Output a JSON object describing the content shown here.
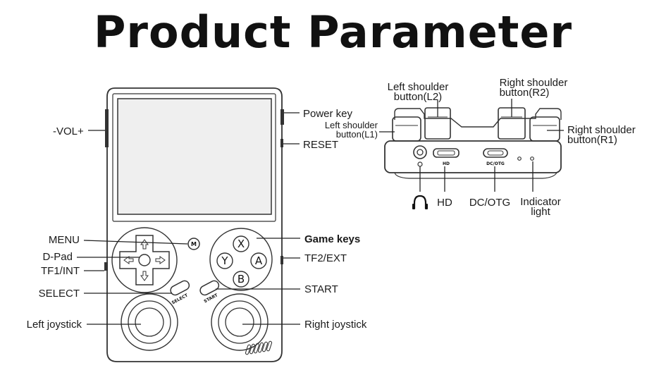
{
  "title": "Product Parameter",
  "front_labels": {
    "vol": "-VOL+",
    "power": "Power key",
    "reset": "RESET",
    "menu": "MENU",
    "dpad": "D-Pad",
    "tf1": "TF1/INT",
    "select": "SELECT",
    "left_joystick": "Left joystick",
    "game_keys": "Game keys",
    "tf2": "TF2/EXT",
    "start": "START",
    "right_joystick": "Right joystick"
  },
  "buttons": {
    "x": "X",
    "y": "Y",
    "a": "A",
    "b": "B",
    "m": "M",
    "select_print": "SELECT",
    "start_print": "START"
  },
  "top_labels": {
    "l2_line1": "Left shoulder",
    "l2_line2": "button(L2)",
    "r2_line1": "Right shoulder",
    "r2_line2": "button(R2)",
    "l1_line1": "Left shoulder",
    "l1_line2": "button(L1)",
    "r1_line1": "Right shoulder",
    "r1_line2": "button(R1)",
    "hd": "HD",
    "dcotg": "DC/OTG",
    "indicator_line1": "Indicator",
    "indicator_line2": "light",
    "port_hd_print": "HD",
    "port_dc_print": "DC/OTG"
  },
  "icons": {
    "headphone": "headphone-icon",
    "dpad_arrows": "arrow-icon"
  }
}
